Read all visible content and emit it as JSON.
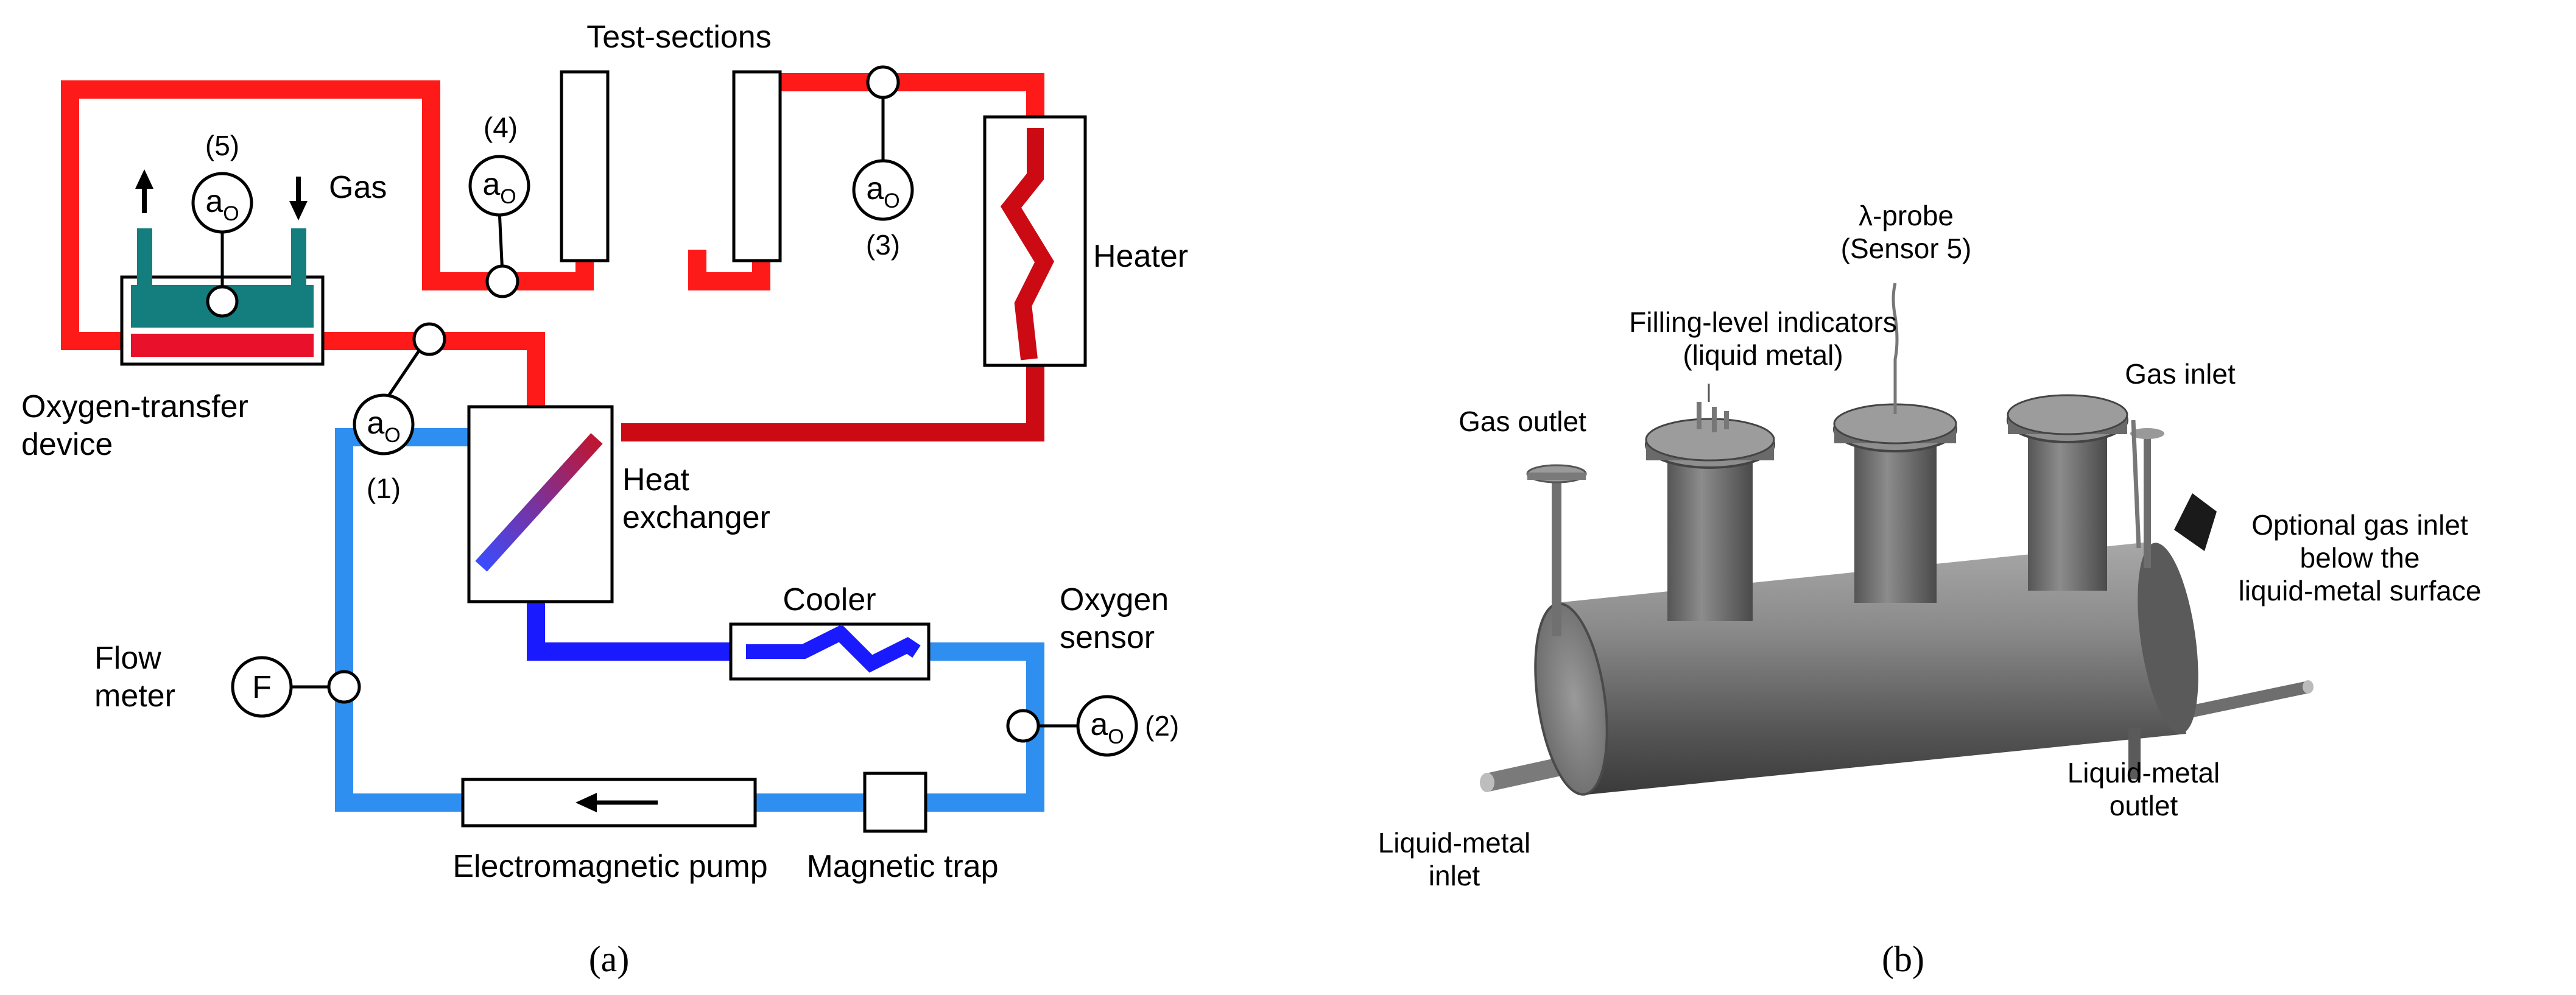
{
  "panel_a": {
    "caption": "(a)",
    "test_sections": "Test-sections",
    "gas": "Gas",
    "heater": "Heater",
    "oxygen_transfer_line1": "Oxygen-transfer",
    "oxygen_transfer_line2": "device",
    "heat_exchanger_line1": "Heat",
    "heat_exchanger_line2": "exchanger",
    "cooler": "Cooler",
    "oxygen_sensor_line1": "Oxygen",
    "oxygen_sensor_line2": "sensor",
    "flow_meter_line1": "Flow",
    "flow_meter_line2": "meter",
    "flow_symbol": "F",
    "em_pump": "Electromagnetic pump",
    "magnetic_trap": "Magnetic trap",
    "sensor_symbol_main": "a",
    "sensor_symbol_sub": "O",
    "sensor_1": "(1)",
    "sensor_2": "(2)",
    "sensor_3": "(3)",
    "sensor_4": "(4)",
    "sensor_5": "(5)"
  },
  "panel_b": {
    "caption": "(b)",
    "lambda_probe_line1": "λ-probe",
    "lambda_probe_line2": "(Sensor 5)",
    "filling_level_line1": "Filling-level indicators",
    "filling_level_line2": "(liquid metal)",
    "gas_outlet": "Gas outlet",
    "gas_inlet": "Gas inlet",
    "optional_gas_line1": "Optional gas inlet",
    "optional_gas_line2": "below the",
    "optional_gas_line3": "liquid-metal surface",
    "lm_outlet_line1": "Liquid-metal",
    "lm_outlet_line2": "outlet",
    "lm_inlet_line1": "Liquid-metal",
    "lm_inlet_line2": "inlet"
  },
  "colors": {
    "hot_loop": "#ff1a1a",
    "hot_dark": "#cc0a14",
    "cold_loop": "#2f8ff0",
    "cold_dark": "#1a1aff",
    "transfer_device": "#147d7d",
    "vessel": "#6e6e6e"
  }
}
